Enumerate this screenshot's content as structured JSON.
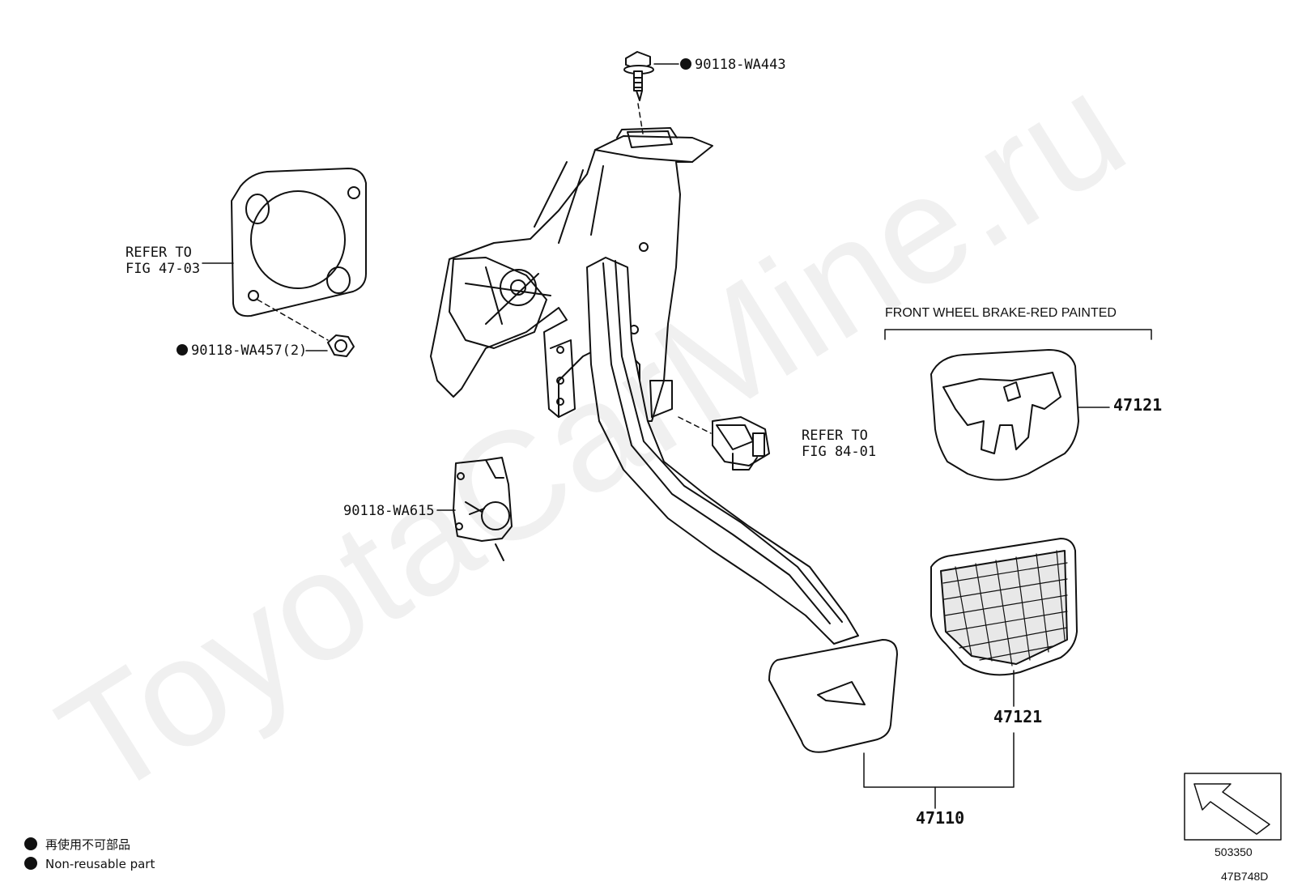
{
  "watermark": "ToyotaCarMine.ru",
  "callouts": {
    "bolt_top": "90118-WA443",
    "nut_left": "90118-WA457(2)",
    "clip_left": "90118-WA615",
    "refer_fig_47_line1": "REFER TO",
    "refer_fig_47_line2": "FIG 47-03",
    "refer_fig_84_line1": "REFER TO",
    "refer_fig_84_line2": "FIG 84-01",
    "pad_red_part": "47121",
    "pad_black_part": "47121",
    "pedal_assy_part": "47110",
    "front_brake_note": "FRONT WHEEL BRAKE-RED PAINTED"
  },
  "legend": {
    "jp": "再使用不可部品",
    "en": "Non-reusable part"
  },
  "orientation_box": {
    "code": "503350",
    "arrow": "front-arrow-icon"
  },
  "figure_code": "47B748D"
}
